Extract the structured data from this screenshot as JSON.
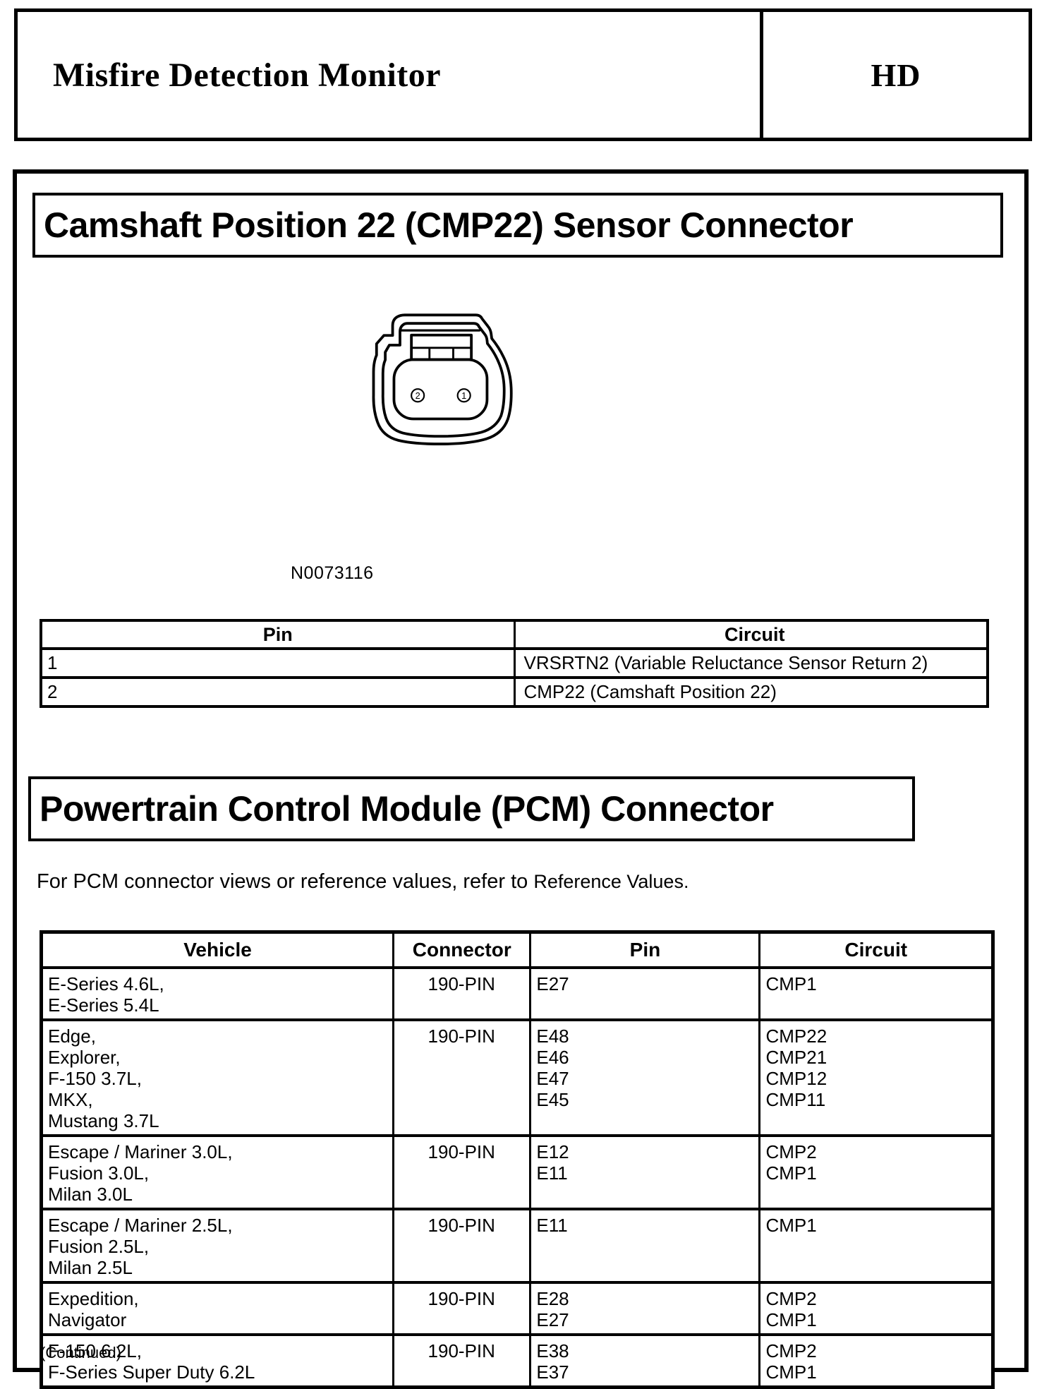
{
  "header": {
    "title": "Misfire Detection Monitor",
    "code": "HD"
  },
  "section_cmp22": {
    "title": "Camshaft Position 22 (CMP22) Sensor Connector",
    "figure": {
      "caption": "N0073116",
      "pin_left_label": "2",
      "pin_right_label": "1"
    },
    "pin_table": {
      "headers": [
        "Pin",
        "Circuit"
      ],
      "rows": [
        [
          "1",
          "VRSRTN2 (Variable Reluctance Sensor Return 2)"
        ],
        [
          "2",
          "CMP22 (Camshaft Position 22)"
        ]
      ]
    }
  },
  "section_pcm": {
    "title": "Powertrain Control Module (PCM) Connector",
    "note_prefix": "For PCM connector views or reference values, refer to ",
    "note_link": "Reference Values.",
    "vehicle_table": {
      "headers": [
        "Vehicle",
        "Connector",
        "Pin",
        "Circuit"
      ],
      "rows": [
        {
          "vehicle": [
            "E-Series 4.6L,",
            "E-Series 5.4L"
          ],
          "connector": "190-PIN",
          "pins": [
            "E27"
          ],
          "circuits": [
            "CMP1"
          ]
        },
        {
          "vehicle": [
            "Edge,",
            "Explorer,",
            "F-150 3.7L,",
            "MKX,",
            "Mustang 3.7L"
          ],
          "connector": "190-PIN",
          "pins": [
            "E48",
            "E46",
            "E47",
            "E45"
          ],
          "circuits": [
            "CMP22",
            "CMP21",
            "CMP12",
            "CMP11"
          ]
        },
        {
          "vehicle": [
            "Escape / Mariner 3.0L,",
            "Fusion 3.0L,",
            "Milan 3.0L"
          ],
          "connector": "190-PIN",
          "pins": [
            "E12",
            "E11"
          ],
          "circuits": [
            "CMP2",
            "CMP1"
          ]
        },
        {
          "vehicle": [
            "Escape / Mariner 2.5L,",
            "Fusion 2.5L,",
            "Milan 2.5L"
          ],
          "connector": "190-PIN",
          "pins": [
            "E11"
          ],
          "circuits": [
            "CMP1"
          ]
        },
        {
          "vehicle": [
            "Expedition,",
            "Navigator"
          ],
          "connector": "190-PIN",
          "pins": [
            "E28",
            "E27"
          ],
          "circuits": [
            "CMP2",
            "CMP1"
          ]
        },
        {
          "vehicle": [
            "F-150 6.2L,",
            "F-Series Super Duty 6.2L"
          ],
          "connector": "190-PIN",
          "pins": [
            "E38",
            "E37"
          ],
          "circuits": [
            "CMP2",
            "CMP1"
          ]
        }
      ],
      "continued": "(Continued)"
    }
  }
}
